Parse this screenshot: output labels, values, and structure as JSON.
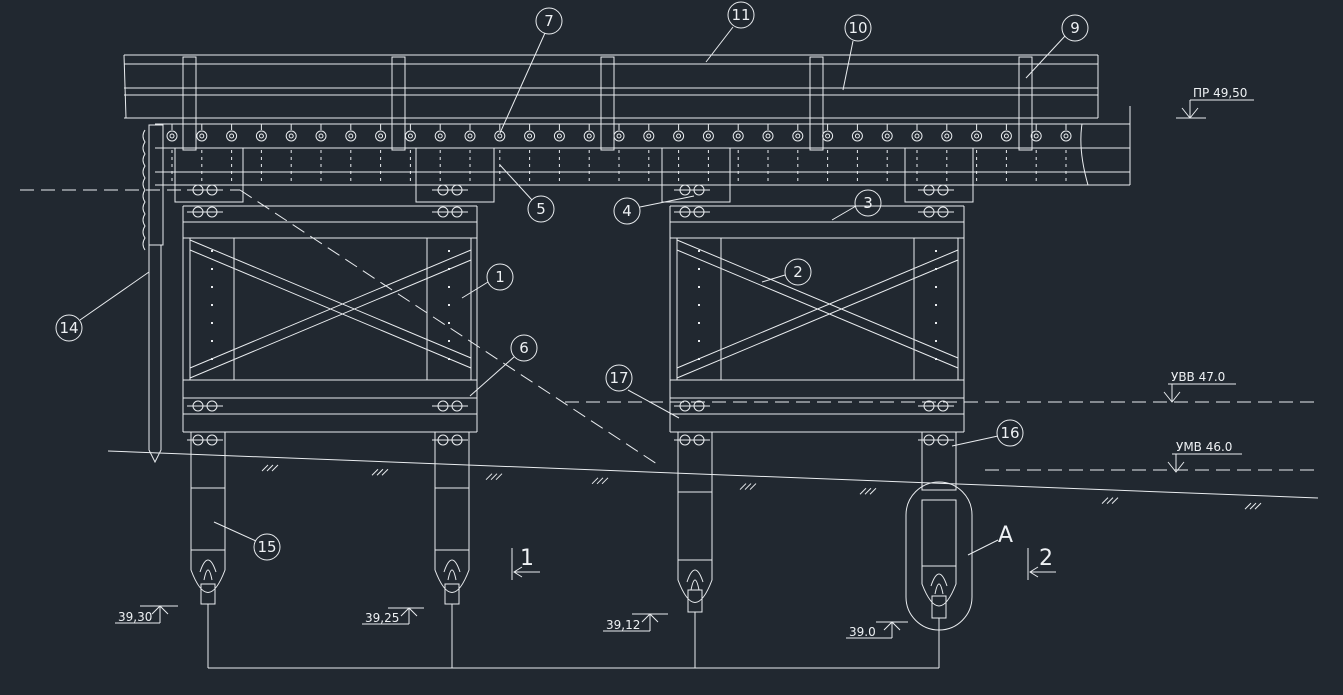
{
  "colors": {
    "background": "#212830",
    "line": "#e9ecef"
  },
  "callouts": {
    "c1": "1",
    "c2": "2",
    "c3": "3",
    "c4": "4",
    "c5": "5",
    "c6": "6",
    "c7": "7",
    "c9": "9",
    "c10": "10",
    "c11": "11",
    "c14": "14",
    "c15": "15",
    "c16": "16",
    "c17": "17"
  },
  "levels": {
    "top": "ПР 49,50",
    "high_water": "УВВ 47.0",
    "low_water": "УМВ 46.0"
  },
  "pile_tips": {
    "p1": "39,30",
    "p2": "39,25",
    "p3": "39,12",
    "p4": "39.0"
  },
  "sections": {
    "s1": "1",
    "s2": "2"
  },
  "detail_label": "А"
}
